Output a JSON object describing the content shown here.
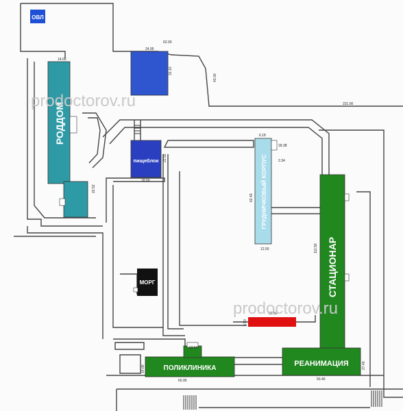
{
  "map": {
    "buildings": {
      "ovl": "ОВЛ",
      "roddom": "РОДДОМ",
      "pischeblok": "пищеблок",
      "grudnichkovy": "ГРУДНИЧКОВЫЙ КОРПУС",
      "morg": "МОРГ",
      "statsionar": "СТАЦИОНАР",
      "poliklinika": "ПОЛИКЛИНИКА",
      "reanimatsiya": "РЕАНИМАЦИЯ"
    },
    "dimensions": {
      "d_62": "62.00",
      "d_24": "24.95",
      "d_31": "31.10",
      "d_43": "43.00",
      "d_231": "231.00",
      "d_14": "14.00",
      "d_22": "22.52",
      "d_2292": "22.92",
      "d_1850": "18.50",
      "d_618": "6.18",
      "d_1838": "18.38",
      "d_234": "2.34",
      "d_6240": "62.40",
      "d_1250": "12.50",
      "d_11150": "111.50",
      "d_3050": "30.50",
      "d_650": "6.50",
      "d_1254": "12.54",
      "d_1400b": "14.00",
      "d_6095": "60.95",
      "d_2740": "27.40",
      "d_5040": "50.40"
    },
    "colors": {
      "roddom": "#2e9aa5",
      "pischeblok": "#2a3fbf",
      "upper_blue": "#2f55cf",
      "grudnichkovy": "#a9dceb",
      "morg": "#111111",
      "green": "#21871f",
      "red": "#e01010",
      "ovl": "#1f4fd6",
      "road": "#444444"
    },
    "watermark": "prodoctorov.ru"
  }
}
